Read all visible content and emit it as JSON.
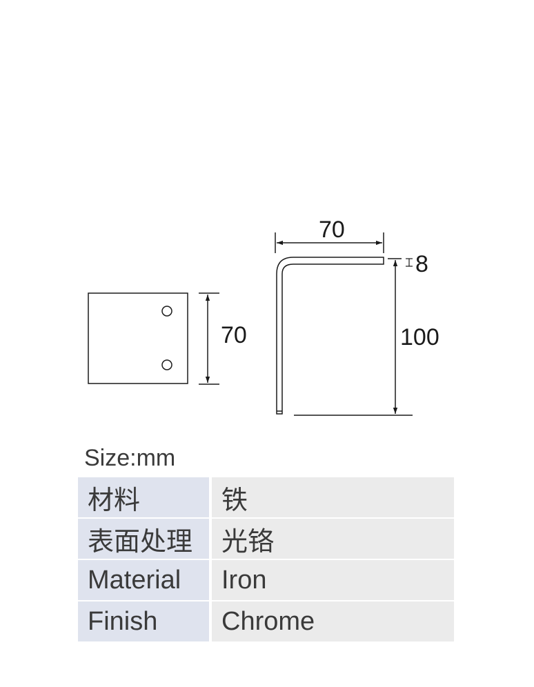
{
  "dimensions": {
    "plate_height": "70",
    "bracket_width": "70",
    "bracket_thickness": "8",
    "bracket_height": "100"
  },
  "size_unit_label": "Size:mm",
  "spec_rows": [
    {
      "key": "材料",
      "value": "铁"
    },
    {
      "key": "表面处理",
      "value": "光铬"
    },
    {
      "key": "Material",
      "value": "Iron"
    },
    {
      "key": "Finish",
      "value": "Chrome"
    }
  ],
  "colors": {
    "line": "#1a1a1a",
    "key_cell_bg": "#dfe3ee",
    "value_cell_bg": "#ebebeb"
  }
}
